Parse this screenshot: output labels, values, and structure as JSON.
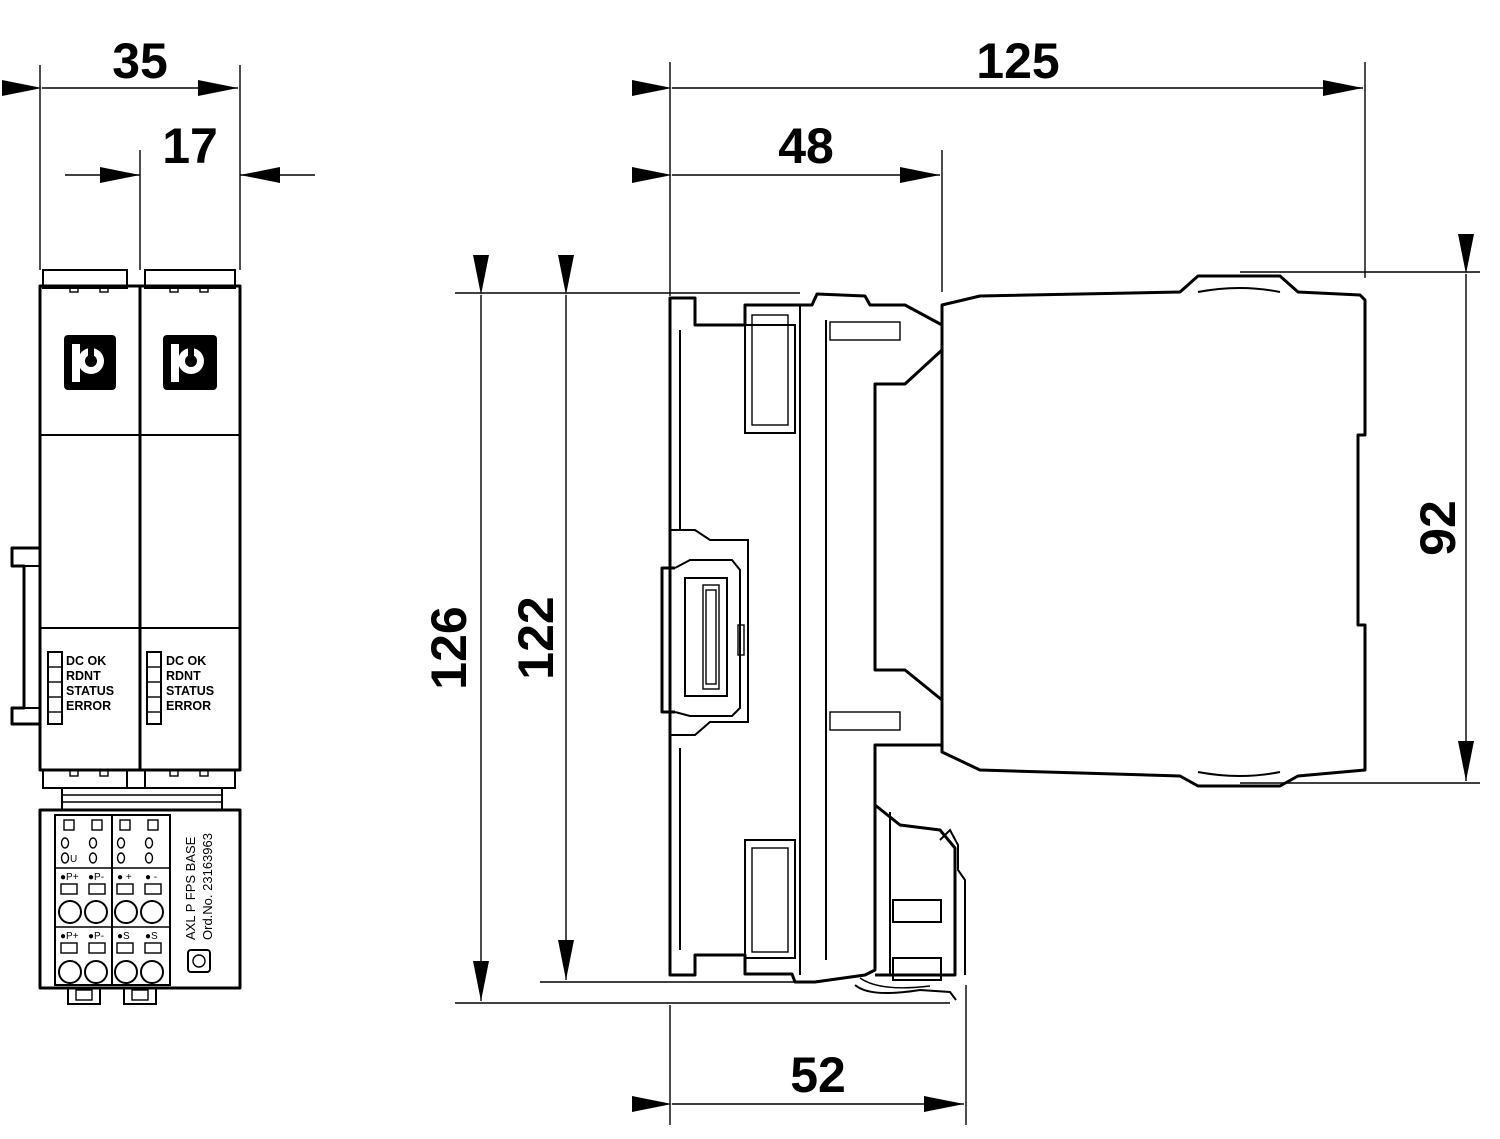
{
  "dimensions": {
    "front_width": "35",
    "front_module_width": "17",
    "side_depth": "125",
    "side_front_depth": "48",
    "side_height_outer": "126",
    "side_height_inner": "122",
    "side_height_right": "92",
    "side_bottom_depth": "52"
  },
  "modules": [
    {
      "leds": [
        "DC OK",
        "RDNT",
        "STATUS",
        "ERROR"
      ]
    },
    {
      "leds": [
        "DC OK",
        "RDNT",
        "STATUS",
        "ERROR"
      ]
    }
  ],
  "terminals": {
    "row1": [
      "U"
    ],
    "row2": [
      "●P+",
      "●P-",
      "● +",
      "● -"
    ],
    "row3": [
      "●P+",
      "●P-",
      "●S",
      "●S"
    ]
  },
  "base_label": {
    "line1": "AXL P FPS BASE",
    "line2": "Ord.No. 23163963"
  }
}
